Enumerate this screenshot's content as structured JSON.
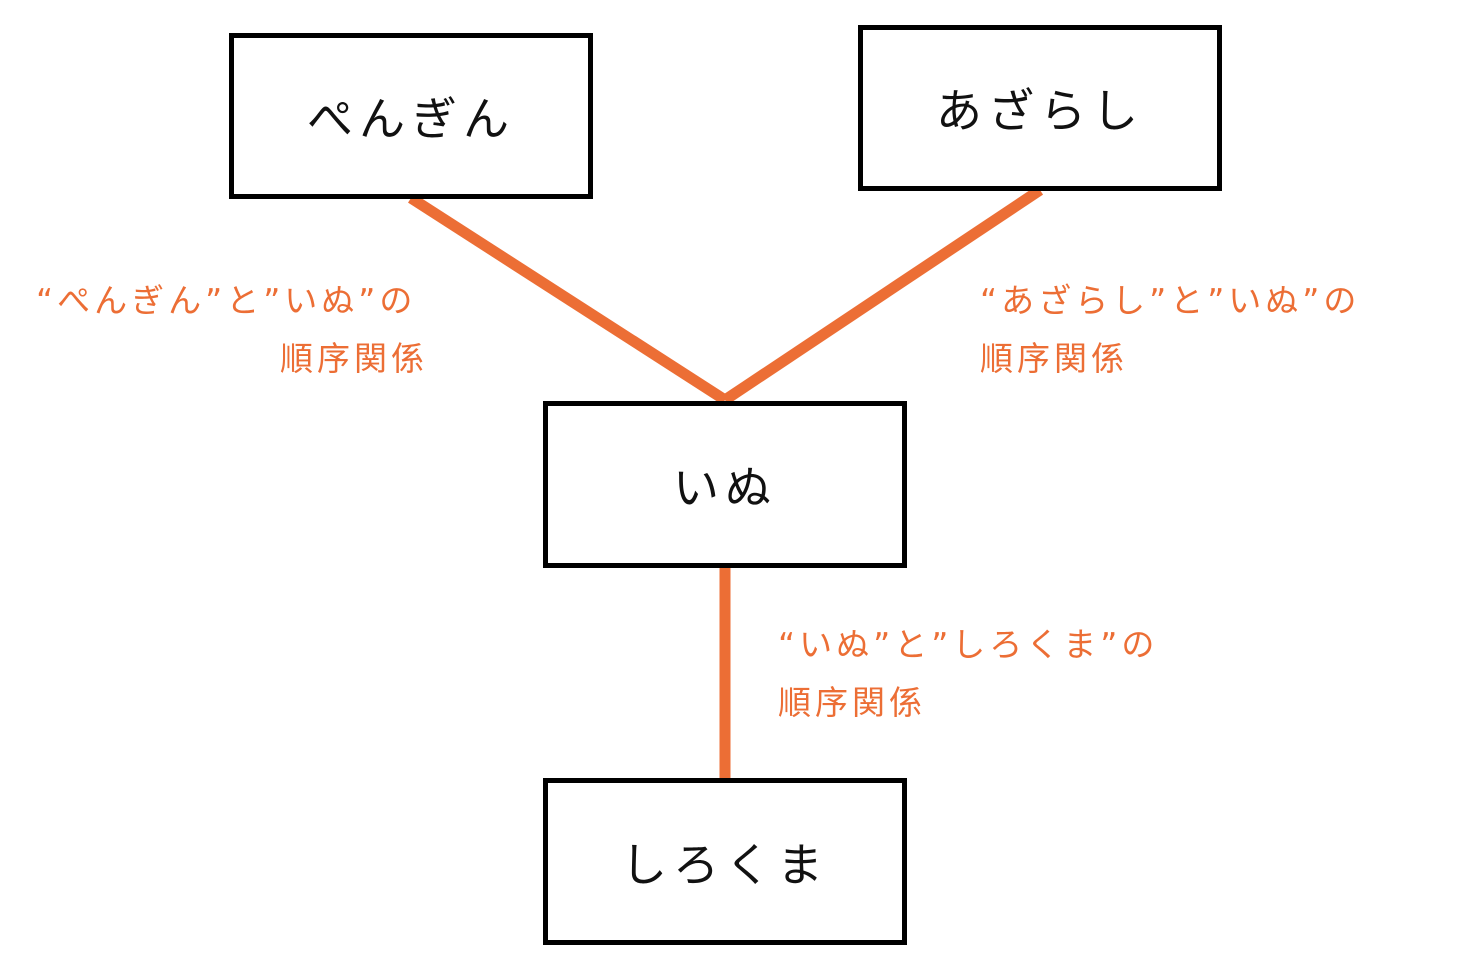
{
  "diagram": {
    "colors": {
      "edge": "#ec6e35",
      "label": "#ec6e35",
      "node_border": "#000000"
    },
    "nodes": {
      "penguin": "ぺんぎん",
      "seal": "あざらし",
      "dog": "いぬ",
      "polar_bear": "しろくま"
    },
    "edges": [
      {
        "from": "penguin",
        "to": "dog",
        "label_line1": "“ぺんぎん”と”いぬ”の",
        "label_line2": "順序関係"
      },
      {
        "from": "seal",
        "to": "dog",
        "label_line1": "“あざらし”と”いぬ”の",
        "label_line2": "順序関係"
      },
      {
        "from": "dog",
        "to": "polar_bear",
        "label_line1": "“いぬ”と”しろくま”の",
        "label_line2": "順序関係"
      }
    ]
  }
}
